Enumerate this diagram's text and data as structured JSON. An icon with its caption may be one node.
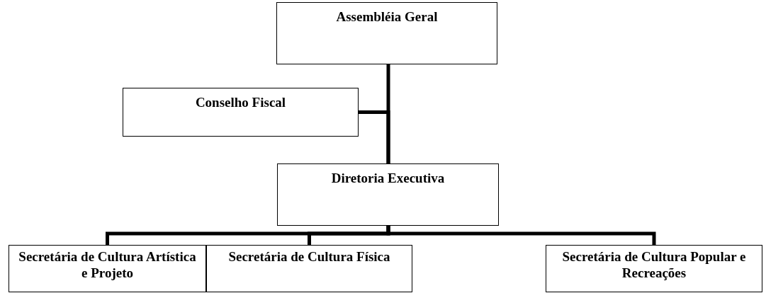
{
  "diagram": {
    "nodes": [
      {
        "text": [
          "Assembléia Geral"
        ]
      },
      {
        "text": [
          "Conselho Fiscal"
        ]
      },
      {
        "text": [
          "Diretoria Executiva"
        ]
      },
      {
        "text": [
          "Secretária de Cultura Artística e Projeto"
        ]
      },
      {
        "text": [
          "Secretária de Cultura Física"
        ]
      },
      {
        "text": [
          "Secretária de Cultura Popular e Recreações"
        ]
      }
    ],
    "edges": [
      {
        "from": 0,
        "to": 2,
        "arrow": "none"
      },
      {
        "from": 1,
        "to": 2,
        "arrow": "none"
      },
      {
        "from": 2,
        "to": 3,
        "arrow": "none"
      },
      {
        "from": 2,
        "to": 4,
        "arrow": "none"
      },
      {
        "from": 2,
        "to": 5,
        "arrow": "none"
      }
    ]
  }
}
